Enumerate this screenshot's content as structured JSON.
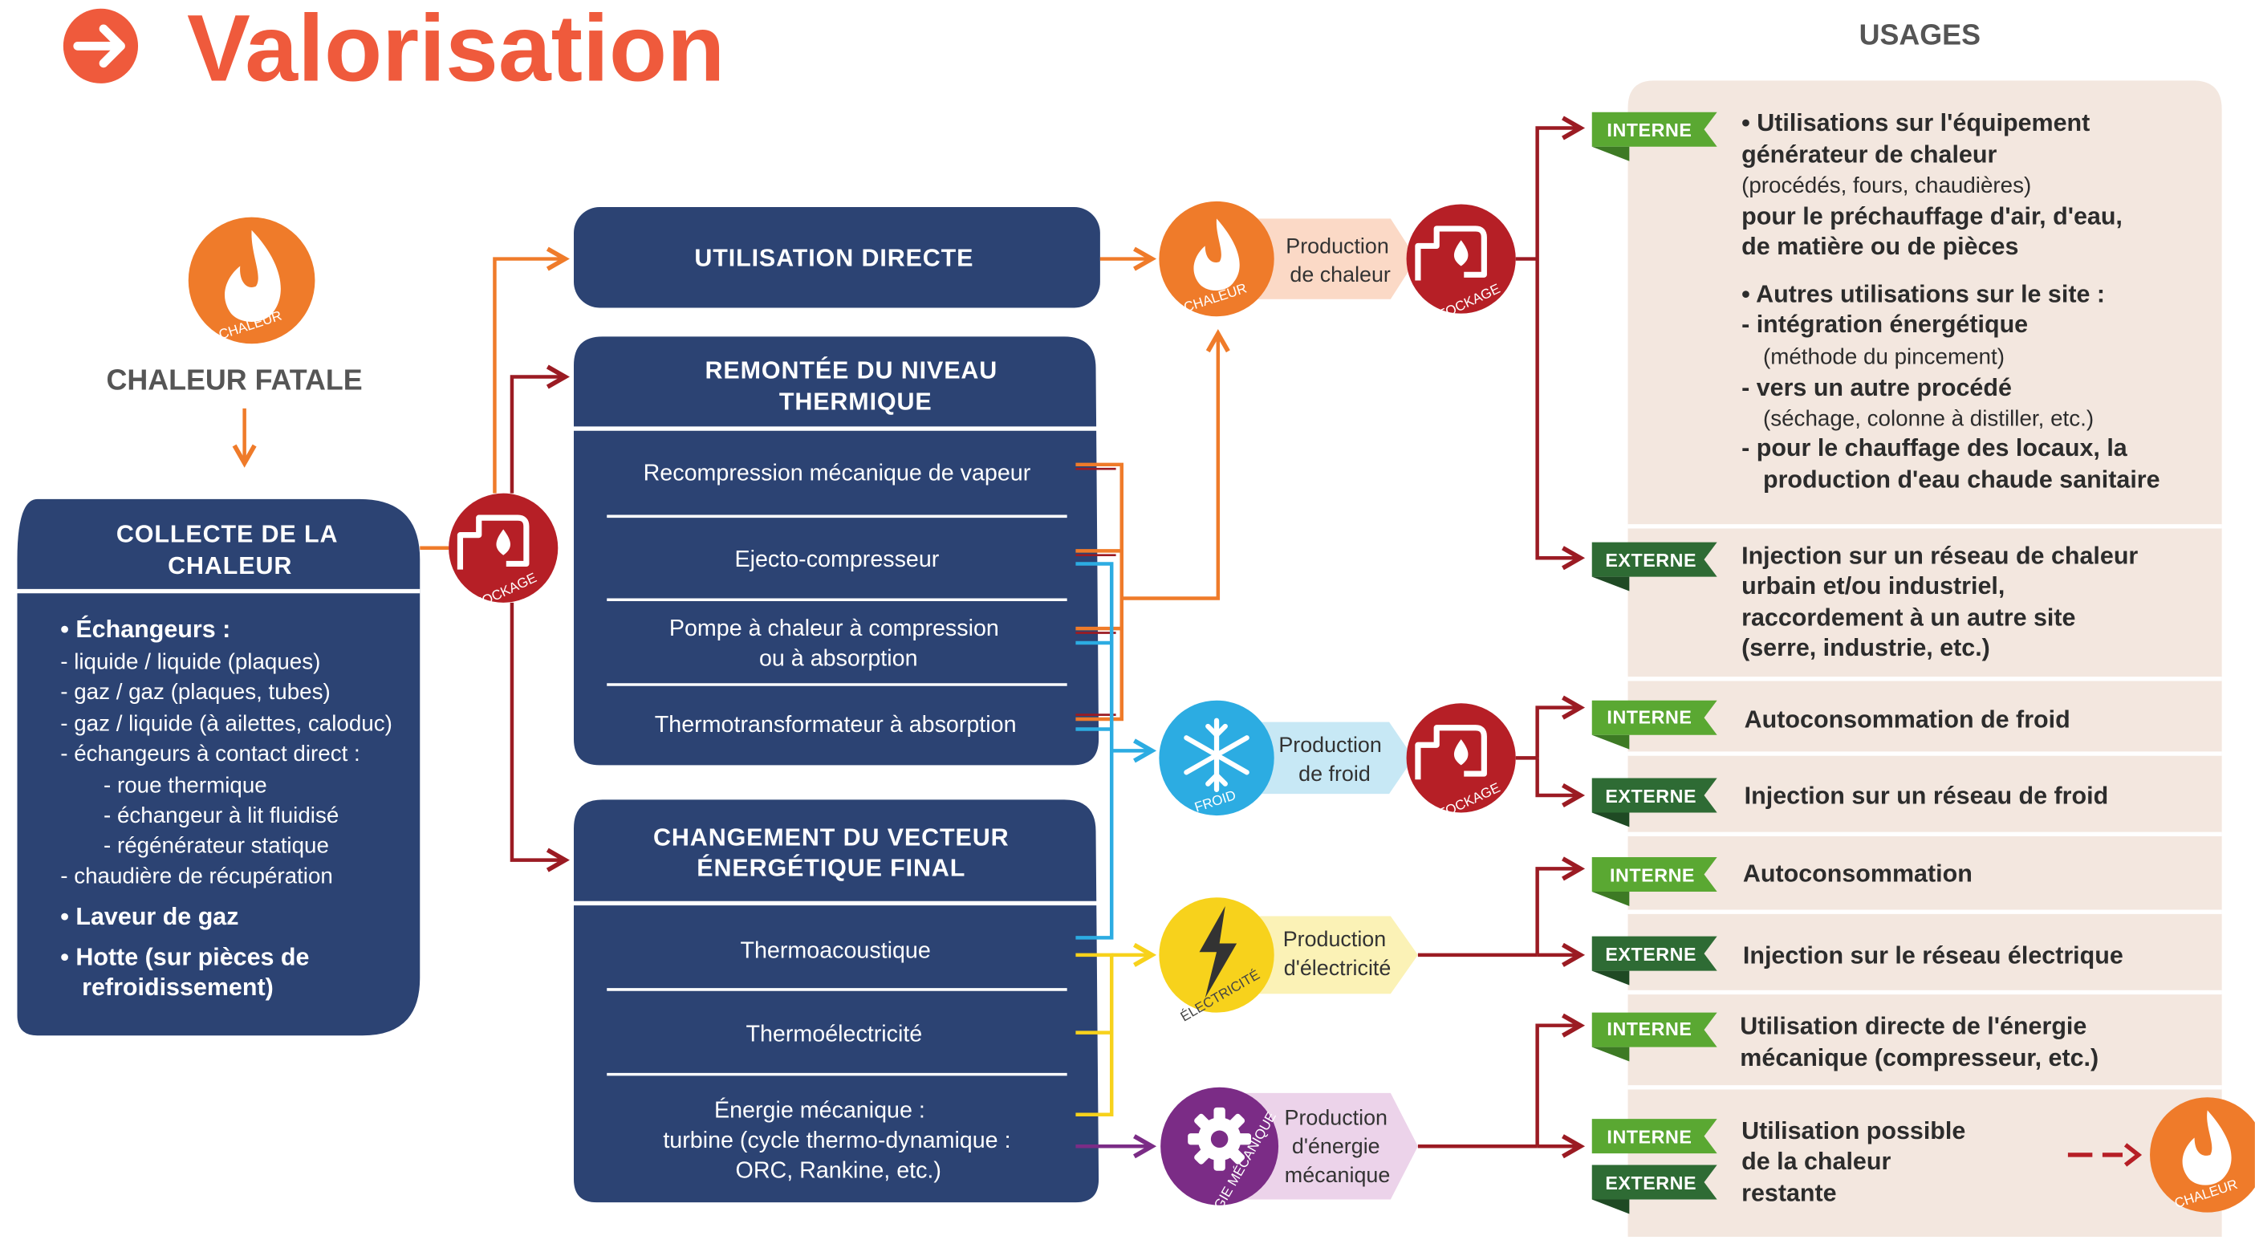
{
  "title": "Valorisation",
  "usages_header": "USAGES",
  "source": {
    "icon": "flame-icon",
    "icon_label": "CHALEUR",
    "label": "CHALEUR FATALE"
  },
  "collecte": {
    "header": [
      "COLLECTE DE LA",
      "CHALEUR"
    ],
    "lines": [
      "• Échangeurs :",
      "- liquide / liquide (plaques)",
      "- gaz / gaz (plaques, tubes)",
      "- gaz / liquide (à ailettes, caloduc)",
      "- échangeurs à contact direct :",
      "- roue thermique",
      "- échangeur à lit fluidisé",
      "- régénérateur statique",
      "- chaudière de récupération",
      "• Laveur de gaz",
      "• Hotte (sur pièces de",
      "refroidissement)"
    ]
  },
  "storage_label": "STOCKAGE",
  "utilisation_directe": "UTILISATION DIRECTE",
  "remontee": {
    "header": [
      "REMONTÉE DU NIVEAU",
      "THERMIQUE"
    ],
    "items": [
      "Recompression mécanique de vapeur",
      "Ejecto-compresseur",
      "Pompe à chaleur à compression",
      "ou à absorption",
      "Thermotransformateur à absorption"
    ]
  },
  "changement": {
    "header": [
      "CHANGEMENT DU VECTEUR",
      "ÉNERGÉTIQUE FINAL"
    ],
    "items": [
      "Thermoacoustique",
      "Thermoélectricité",
      "Énergie mécanique :",
      "turbine (cycle thermo-dynamique :",
      "ORC, Rankine, etc.)"
    ]
  },
  "productions": {
    "chaleur": {
      "icon_label": "CHALEUR",
      "lines": [
        "Production",
        "de chaleur"
      ]
    },
    "froid": {
      "icon_label": "FROID",
      "lines": [
        "Production",
        "de froid"
      ]
    },
    "electricite": {
      "icon_label": "ÉLECTRICITÉ",
      "lines": [
        "Production",
        "d'électricité"
      ]
    },
    "mecanique": {
      "icon_label": "ÉNERGIE MÉCANIQUE",
      "lines": [
        "Production",
        "d'énergie",
        "mécanique"
      ]
    }
  },
  "tags": {
    "interne": "INTERNE",
    "externe": "EXTERNE"
  },
  "usages": {
    "chaleur_interne": [
      "• Utilisations sur l'équipement",
      "générateur de chaleur",
      "(procédés, fours, chaudières)",
      "pour le préchauffage d'air, d'eau,",
      "de matière ou de pièces",
      "• Autres utilisations sur le site :",
      "- intégration énergétique",
      "(méthode du pincement)",
      "- vers un autre procédé",
      "(séchage, colonne à distiller, etc.)",
      "- pour le chauffage des locaux, la",
      "production d'eau chaude sanitaire"
    ],
    "chaleur_externe": [
      "Injection sur un réseau de chaleur",
      "urbain et/ou industriel,",
      "raccordement à un autre site",
      "(serre, industrie, etc.)"
    ],
    "froid_interne": "Autoconsommation de froid",
    "froid_externe": "Injection sur un réseau de froid",
    "elec_interne": "Autoconsommation",
    "elec_externe": "Injection sur le réseau électrique",
    "meca_interne": [
      "Utilisation directe de l'énergie",
      "mécanique (compresseur, etc.)"
    ],
    "restante": [
      "Utilisation possible",
      "de la chaleur",
      "restante"
    ]
  },
  "colors": {
    "title": "#ef5a3c",
    "navy": "#2c4373",
    "orange": "#ef7b2a",
    "darkred": "#9b1b23",
    "blue": "#2cace2",
    "yellow": "#f7d21c",
    "purple": "#7b2c86",
    "green_interne": "#5aa832",
    "green_externe": "#2e6b34",
    "beige": "#f3e7df"
  }
}
